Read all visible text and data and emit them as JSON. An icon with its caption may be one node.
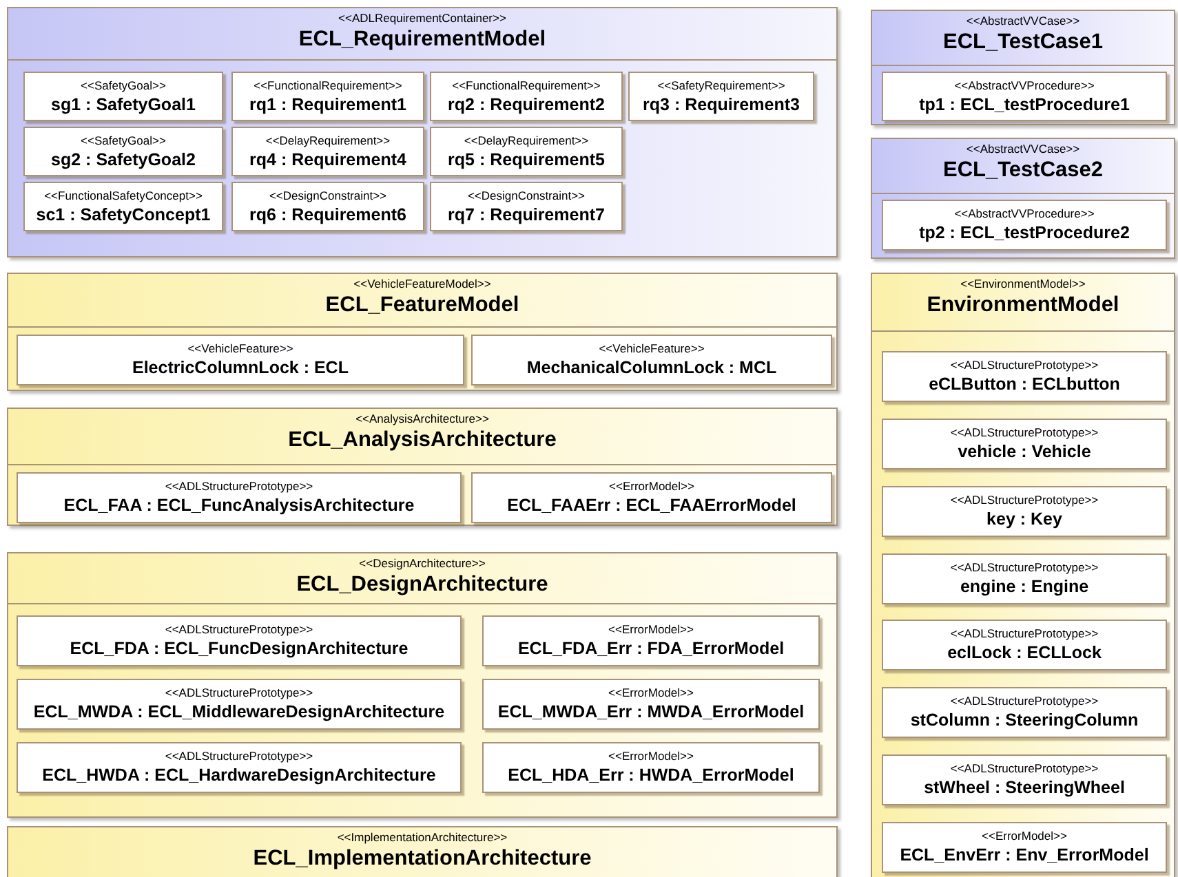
{
  "diagram": {
    "nodes": [
      {
        "text": [
          "<<ADLRequirementContainer>>",
          "ECL_RequirementModel"
        ]
      },
      {
        "text": [
          "<<SafetyGoal>>",
          "sg1 : SafetyGoal1"
        ],
        "in": 0
      },
      {
        "text": [
          "<<FunctionalRequirement>>",
          "rq1 : Requirement1"
        ],
        "in": 0
      },
      {
        "text": [
          "<<FunctionalRequirement>>",
          "rq2 : Requirement2"
        ],
        "in": 0
      },
      {
        "text": [
          "<<SafetyRequirement>>",
          "rq3 : Requirement3"
        ],
        "in": 0
      },
      {
        "text": [
          "<<SafetyGoal>>",
          "sg2 : SafetyGoal2"
        ],
        "in": 0
      },
      {
        "text": [
          "<<DelayRequirement>>",
          "rq4 : Requirement4"
        ],
        "in": 0
      },
      {
        "text": [
          "<<DelayRequirement>>",
          "rq5 : Requirement5"
        ],
        "in": 0
      },
      {
        "text": [
          "<<FunctionalSafetyConcept>>",
          "sc1 : SafetyConcept1"
        ],
        "in": 0
      },
      {
        "text": [
          "<<DesignConstraint>>",
          "rq6 : Requirement6"
        ],
        "in": 0
      },
      {
        "text": [
          "<<DesignConstraint>>",
          "rq7 : Requirement7"
        ],
        "in": 0
      },
      {
        "text": [
          "<<AbstractVVCase>>",
          "ECL_TestCase1"
        ]
      },
      {
        "text": [
          "<<AbstractVVProcedure>>",
          "tp1 : ECL_testProcedure1"
        ],
        "in": 11
      },
      {
        "text": [
          "<<AbstractVVCase>>",
          "ECL_TestCase2"
        ]
      },
      {
        "text": [
          "<<AbstractVVProcedure>>",
          "tp2 : ECL_testProcedure2"
        ],
        "in": 13
      },
      {
        "text": [
          "<<VehicleFeatureModel>>",
          "ECL_FeatureModel"
        ]
      },
      {
        "text": [
          "<<VehicleFeature>>",
          "ElectricColumnLock : ECL"
        ],
        "in": 15
      },
      {
        "text": [
          "<<VehicleFeature>>",
          "MechanicalColumnLock : MCL"
        ],
        "in": 15
      },
      {
        "text": [
          "<<AnalysisArchitecture>>",
          "ECL_AnalysisArchitecture"
        ]
      },
      {
        "text": [
          "<<ADLStructurePrototype>>",
          "ECL_FAA : ECL_FuncAnalysisArchitecture"
        ],
        "in": 18
      },
      {
        "text": [
          "<<ErrorModel>>",
          "ECL_FAAErr : ECL_FAAErrorModel"
        ],
        "in": 18
      },
      {
        "text": [
          "<<DesignArchitecture>>",
          "ECL_DesignArchitecture"
        ]
      },
      {
        "text": [
          "<<ADLStructurePrototype>>",
          "ECL_FDA : ECL_FuncDesignArchitecture"
        ],
        "in": 21
      },
      {
        "text": [
          "<<ErrorModel>>",
          "ECL_FDA_Err : FDA_ErrorModel"
        ],
        "in": 21
      },
      {
        "text": [
          "<<ADLStructurePrototype>>",
          "ECL_MWDA : ECL_MiddlewareDesignArchitecture"
        ],
        "in": 21
      },
      {
        "text": [
          "<<ErrorModel>>",
          "ECL_MWDA_Err : MWDA_ErrorModel"
        ],
        "in": 21
      },
      {
        "text": [
          "<<ADLStructurePrototype>>",
          "ECL_HWDA : ECL_HardwareDesignArchitecture"
        ],
        "in": 21
      },
      {
        "text": [
          "<<ErrorModel>>",
          "ECL_HDA_Err : HWDA_ErrorModel"
        ],
        "in": 21
      },
      {
        "text": [
          "<<ImplementationArchitecture>>",
          "ECL_ImplementationArchitecture"
        ]
      },
      {
        "text": [
          "<<EnvironmentModel>>",
          "EnvironmentModel"
        ]
      },
      {
        "text": [
          "<<ADLStructurePrototype>>",
          "eCLButton : ECLbutton"
        ],
        "in": 29
      },
      {
        "text": [
          "<<ADLStructurePrototype>>",
          "vehicle : Vehicle"
        ],
        "in": 29
      },
      {
        "text": [
          "<<ADLStructurePrototype>>",
          "key : Key"
        ],
        "in": 29
      },
      {
        "text": [
          "<<ADLStructurePrototype>>",
          "engine : Engine"
        ],
        "in": 29
      },
      {
        "text": [
          "<<ADLStructurePrototype>>",
          "eclLock : ECLLock"
        ],
        "in": 29
      },
      {
        "text": [
          "<<ADLStructurePrototype>>",
          "stColumn : SteeringColumn"
        ],
        "in": 29
      },
      {
        "text": [
          "<<ADLStructurePrototype>>",
          "stWheel : SteeringWheel"
        ],
        "in": 29
      },
      {
        "text": [
          "<<ErrorModel>>",
          "ECL_EnvErr : Env_ErrorModel"
        ],
        "in": 29
      }
    ]
  }
}
